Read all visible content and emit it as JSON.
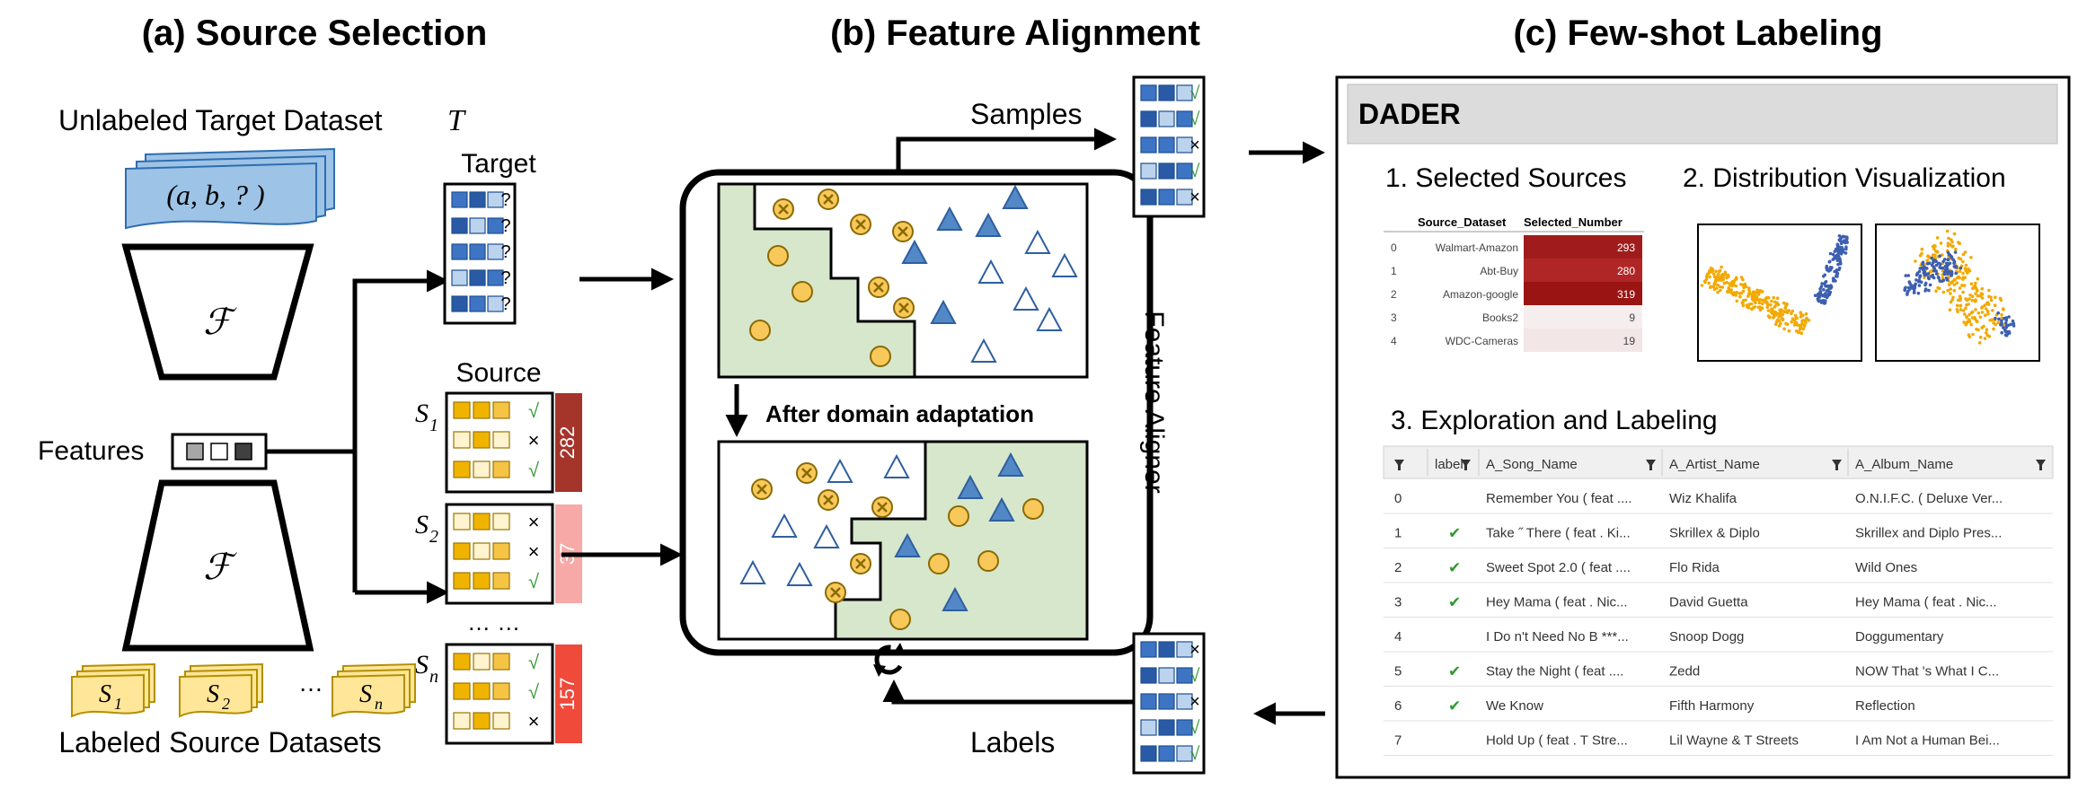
{
  "panels": {
    "a_title": "(a) Source Selection",
    "b_title": "(b) Feature Alignment",
    "c_title": "(c) Few-shot Labeling"
  },
  "source_selection": {
    "target_dataset_label": "Unlabeled Target Dataset",
    "target_dataset_symbol": "T",
    "tuple_text": "(a, b, ? )",
    "encoder_symbol": "ℱ",
    "features_label": "Features",
    "target_label": "Target",
    "source_label": "Source",
    "ellipsis": "… …",
    "sources": [
      {
        "name": "S",
        "sub": "1",
        "count": "282",
        "color": "#a5342b",
        "marks": [
          "√",
          "×",
          "√"
        ]
      },
      {
        "name": "S",
        "sub": "2",
        "count": "37",
        "color": "#f6a9a6",
        "marks": [
          "×",
          "×",
          "√"
        ]
      },
      {
        "name": "S",
        "sub": "n",
        "count": "157",
        "color": "#ef4a3a",
        "marks": [
          "√",
          "√",
          "×"
        ]
      }
    ],
    "labeled_sources_label": "Labeled Source Datasets",
    "source_files": [
      {
        "name": "S",
        "sub": "1"
      },
      {
        "name": "S",
        "sub": "2"
      },
      {
        "name": "S",
        "sub": "n"
      }
    ],
    "files_ellipsis": "…",
    "target_marks": [
      "?",
      "?",
      "?",
      "?",
      "?"
    ]
  },
  "feature_alignment": {
    "samples_label": "Samples",
    "labels_label": "Labels",
    "after_label": "After domain adaptation",
    "aligner_label": "Feature Aligner",
    "samples_marks": [
      "√",
      "√",
      "×",
      "√",
      "×"
    ],
    "labels_marks": [
      "×",
      "√",
      "×",
      "√",
      "√"
    ]
  },
  "dader": {
    "app_title": "DADER",
    "section1": "1. Selected Sources",
    "section2": "2. Distribution Visualization",
    "section3": "3. Exploration and Labeling",
    "sources_table": {
      "headers": [
        "",
        "Source_Dataset",
        "Selected_Number"
      ],
      "rows": [
        {
          "idx": "0",
          "name": "Walmart-Amazon",
          "num": "293",
          "color": "#a01c1c"
        },
        {
          "idx": "1",
          "name": "Abt-Buy",
          "num": "280",
          "color": "#b02626"
        },
        {
          "idx": "2",
          "name": "Amazon-google",
          "num": "319",
          "color": "#9a1414"
        },
        {
          "idx": "3",
          "name": "Books2",
          "num": "9",
          "color": "#f6eeee"
        },
        {
          "idx": "4",
          "name": "WDC-Cameras",
          "num": "19",
          "color": "#f2e6e6"
        }
      ]
    },
    "labeling_table": {
      "headers": [
        "",
        "label",
        "A_Song_Name",
        "A_Artist_Name",
        "A_Album_Name"
      ],
      "rows": [
        {
          "idx": "0",
          "label": "",
          "song": "Remember You ( feat ....",
          "artist": "Wiz Khalifa",
          "album": "O.N.I.F.C. ( Deluxe Ver..."
        },
        {
          "idx": "1",
          "label": "✔",
          "song": "Take ˝ There ( feat . Ki...",
          "artist": "Skrillex & Diplo",
          "album": "Skrillex and Diplo Pres..."
        },
        {
          "idx": "2",
          "label": "✔",
          "song": "Sweet Spot 2.0 ( feat ....",
          "artist": "Flo Rida",
          "album": "Wild Ones"
        },
        {
          "idx": "3",
          "label": "✔",
          "song": "Hey Mama ( feat . Nic...",
          "artist": "David Guetta",
          "album": "Hey Mama ( feat . Nic..."
        },
        {
          "idx": "4",
          "label": "",
          "song": "I Do n't Need No B ***...",
          "artist": "Snoop Dogg",
          "album": "Doggumentary"
        },
        {
          "idx": "5",
          "label": "✔",
          "song": "Stay the Night ( feat ....",
          "artist": "Zedd",
          "album": "NOW That 's What I C..."
        },
        {
          "idx": "6",
          "label": "✔",
          "song": "We Know",
          "artist": "Fifth Harmony",
          "album": "Reflection"
        },
        {
          "idx": "7",
          "label": "",
          "song": "Hold Up ( feat . T Stre...",
          "artist": "Lil Wayne & T Streets",
          "album": "I Am Not a Human Bei..."
        }
      ]
    }
  },
  "colors": {
    "grid_blue": "#3e74c4",
    "grid_light": "#bcd3ee",
    "grid_dark": "#2a5aa6",
    "circle_fill": "#f8c85a",
    "triangle_fill": "#5388c6",
    "region_green": "#d6e7cc",
    "file_blue": "#9dc3e6",
    "file_yellow": "#ffe699",
    "check_green": "#3a9a3a"
  },
  "icons": {
    "refresh": "refresh-icon",
    "filter": "filter-icon"
  }
}
